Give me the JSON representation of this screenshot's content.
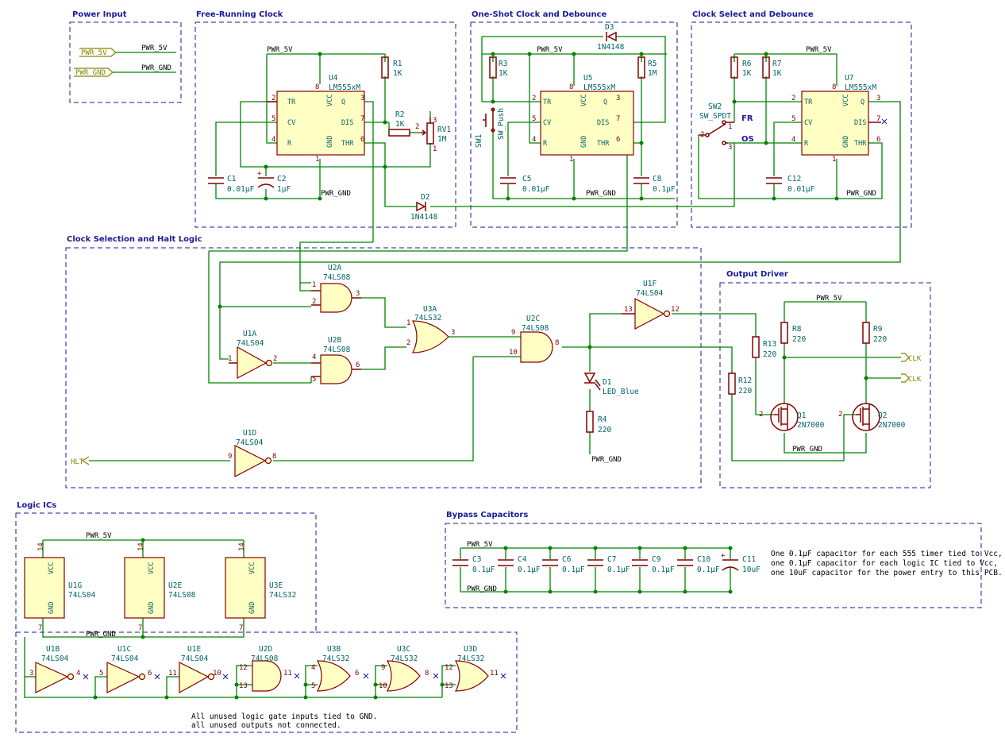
{
  "sections": {
    "power_input": "Power Input",
    "free_clock": "Free-Running Clock",
    "oneshot": "One-Shot Clock and Debounce",
    "clock_select": "Clock Select and Debounce",
    "clock_halt": "Clock Selection and Halt Logic",
    "output_driver": "Output Driver",
    "logic_ics": "Logic ICs",
    "bypass": "Bypass Capacitors"
  },
  "nets": {
    "pwr5v": "PWR_5V",
    "pwrgnd": "PWR_GND",
    "port_5v": "PWR_5V",
    "port_gnd": "PWR_GND",
    "hlt": "HLT",
    "clk": "CLK",
    "clk_bar": "CLK"
  },
  "timer": {
    "name": "LM555xM",
    "pins": {
      "tr": "TR",
      "cv": "CV",
      "r": "R",
      "vcc": "VCC",
      "gnd": "GND",
      "q": "Q",
      "dis": "DIS",
      "thr": "THR"
    },
    "pin_numbers": {
      "tr": "2",
      "cv": "5",
      "r": "4",
      "vcc": "8",
      "gnd": "1",
      "q": "3",
      "dis": "7",
      "thr": "6"
    },
    "u4": "U4",
    "u5": "U5",
    "u7": "U7"
  },
  "free_clock": {
    "r1": "R1",
    "r1v": "1K",
    "r2": "R2",
    "r2v": "1K",
    "rv1": "RV1",
    "rv1v": "1M",
    "c1": "C1",
    "c1v": "0.01µF",
    "c2": "C2",
    "c2v": "1µF",
    "d2": "D2",
    "d2v": "1N4148",
    "pin_rv1": "3",
    "pin_rv1b": "2",
    "pin_rv1c": "1"
  },
  "oneshot": {
    "r3": "R3",
    "r3v": "1K",
    "r5": "R5",
    "r5v": "1M",
    "d3": "D3",
    "d3v": "1N4148",
    "sw1": "SW1",
    "sw1v": "SW_Push",
    "c5": "C5",
    "c5v": "0.01µF",
    "c8": "C8",
    "c8v": "0.1µF"
  },
  "clock_select": {
    "r6": "R6",
    "r6v": "1K",
    "r7": "R7",
    "r7v": "1K",
    "sw2": "SW2",
    "sw2v": "SW_SPDT",
    "fr": "FR",
    "os": "OS",
    "c12": "C12",
    "c12v": "0.01µF",
    "sw_pin1": "1",
    "sw_pin2": "2",
    "sw_pin3": "3"
  },
  "logic": {
    "u2a": "U2A",
    "u2b": "U2B",
    "u2c": "U2C",
    "u2d": "U2D",
    "u2e": "U2E",
    "u1a": "U1A",
    "u1b": "U1B",
    "u1c": "U1C",
    "u1d": "U1D",
    "u1e": "U1E",
    "u1f": "U1F",
    "u1g": "U1G",
    "u3a": "U3A",
    "u3b": "U3B",
    "u3c": "U3C",
    "u3d": "U3D",
    "u3e": "U3E",
    "ls08": "74LS08",
    "ls04": "74LS04",
    "ls32": "74LS32",
    "d1": "D1",
    "d1v": "LED_Blue",
    "r4": "R4",
    "r4v": "220"
  },
  "driver": {
    "r8": "R8",
    "r8v": "220",
    "r9": "R9",
    "r9v": "220",
    "r12": "R12",
    "r12v": "220",
    "r13": "R13",
    "r13v": "220",
    "q1": "Q1",
    "q2": "Q2",
    "qv": "2N7000"
  },
  "bypass": {
    "caps": [
      {
        "ref": "C3",
        "val": "0.1µF"
      },
      {
        "ref": "C4",
        "val": "0.1µF"
      },
      {
        "ref": "C6",
        "val": "0.1µF"
      },
      {
        "ref": "C7",
        "val": "0.1µF"
      },
      {
        "ref": "C9",
        "val": "0.1µF"
      },
      {
        "ref": "C10",
        "val": "0.1µF"
      },
      {
        "ref": "C11",
        "val": "10uF"
      }
    ],
    "note1": "One 0.1µF capacitor for each 555 timer tied to Vcc,",
    "note2": "one 0.1µF capacitor for each logic IC tied to Vcc,",
    "note3": "one 10uF capacitor for the power entry to this PCB."
  },
  "logic_ics": {
    "vcc": "VCC",
    "gnd": "GND",
    "pin14": "14",
    "pin7": "7",
    "note1": "All unused logic gate inputs tied to GND.",
    "note2": "all unused outputs not connected."
  },
  "colors": {
    "wire": "#008400",
    "part": "#840000",
    "fill": "#ffffc4",
    "frame": "#1a1a9a",
    "reference": "#006464",
    "port": "#848400"
  }
}
